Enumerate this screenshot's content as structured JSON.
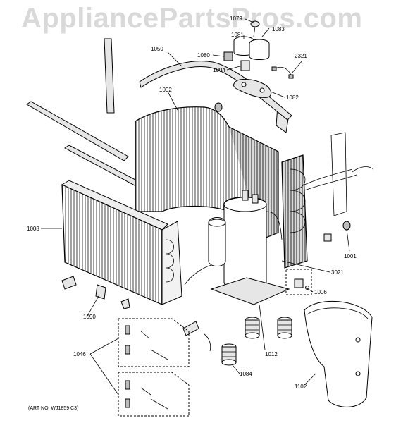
{
  "watermark": "AppliancePartsPros.com",
  "art_number": "(ART NO. WJ1859 C3)",
  "callouts": {
    "c1079": "1079",
    "c1081": "1081",
    "c1083": "1083",
    "c1050": "1050",
    "c1080": "1080",
    "c2321": "2321",
    "c1004": "1004",
    "c1002": "1002",
    "c1082": "1082",
    "c1008": "1008",
    "c1001": "1001",
    "c3021": "3021",
    "c1006": "1006",
    "c1090": "1090",
    "c1012": "1012",
    "c1046": "1046",
    "c1084": "1084",
    "c1102": "1102"
  }
}
